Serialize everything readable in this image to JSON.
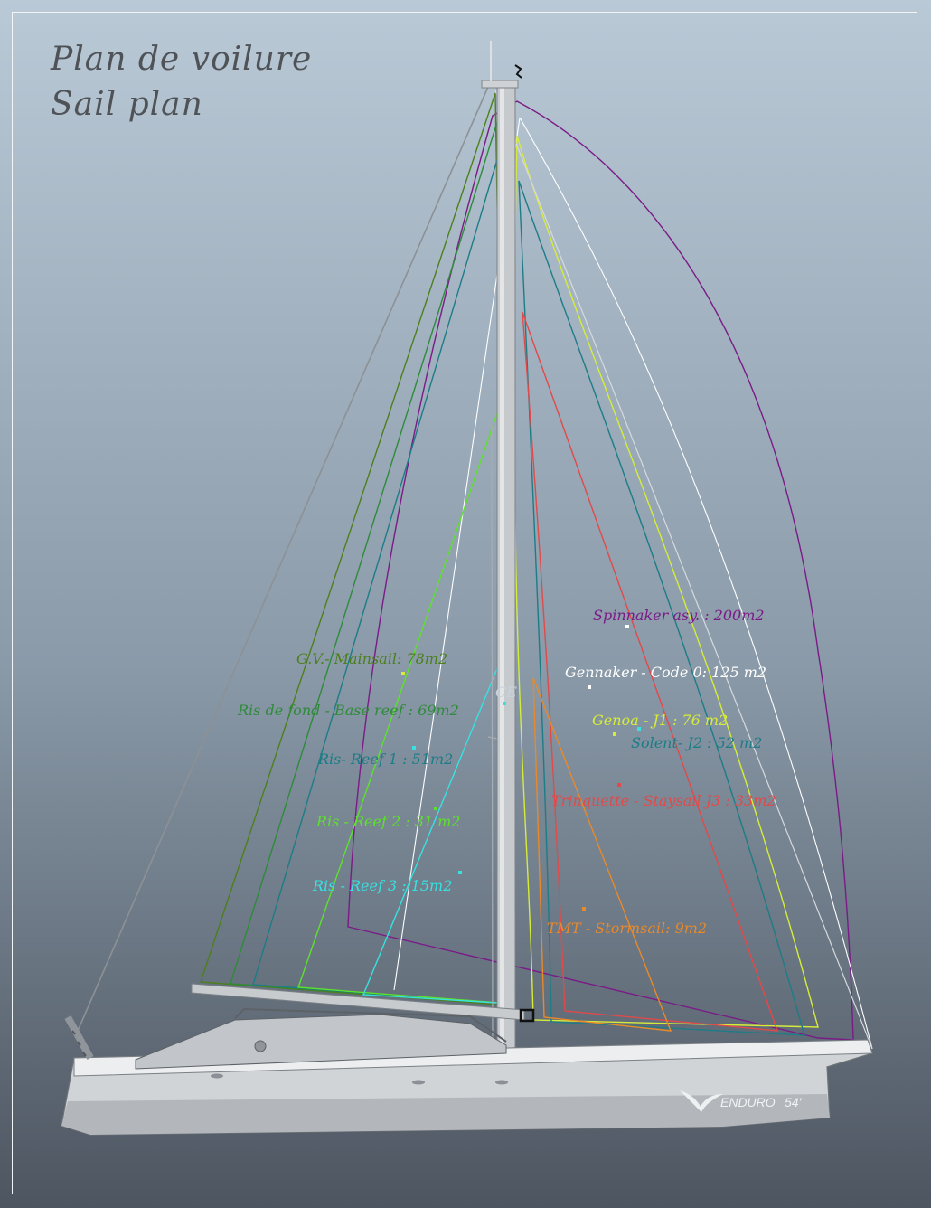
{
  "titles": {
    "fr": "Plan de voilure",
    "en": "Sail plan"
  },
  "logo": {
    "name": "ENDURO",
    "model": "54'"
  },
  "center_of_effort": "CE",
  "sails": [
    {
      "key": "spinnaker",
      "label": "Spinnaker asy. : 200m2",
      "color": "#7a1b86"
    },
    {
      "key": "mainsail",
      "label": "G.V.- Mainsail: 78m2",
      "color": "#4d7f1d"
    },
    {
      "key": "gennaker",
      "label": "Gennaker - Code 0: 125 m2",
      "color": "#ffffff"
    },
    {
      "key": "basereef",
      "label": "Ris de fond - Base reef : 69m2",
      "color": "#2f8a3b"
    },
    {
      "key": "genoa",
      "label": "Genoa - J1 : 76 m2",
      "color": "#d6ec3a"
    },
    {
      "key": "solent",
      "label": "Solent- J2 : 52 m2",
      "color": "#1d7c86"
    },
    {
      "key": "reef1",
      "label": "Ris- Reef 1 : 51m2",
      "color": "#1d7c86"
    },
    {
      "key": "trinquette",
      "label": "Trinquette - Staysail  J3 : 33m2",
      "color": "#e04a4a"
    },
    {
      "key": "reef2",
      "label": "Ris - Reef 2 : 31 m2",
      "color": "#5ee02e"
    },
    {
      "key": "reef3",
      "label": "Ris - Reef 3 : 15m2",
      "color": "#39e0e0"
    },
    {
      "key": "tmt",
      "label": "TMT - Stormsail: 9m2",
      "color": "#e8892a"
    }
  ]
}
